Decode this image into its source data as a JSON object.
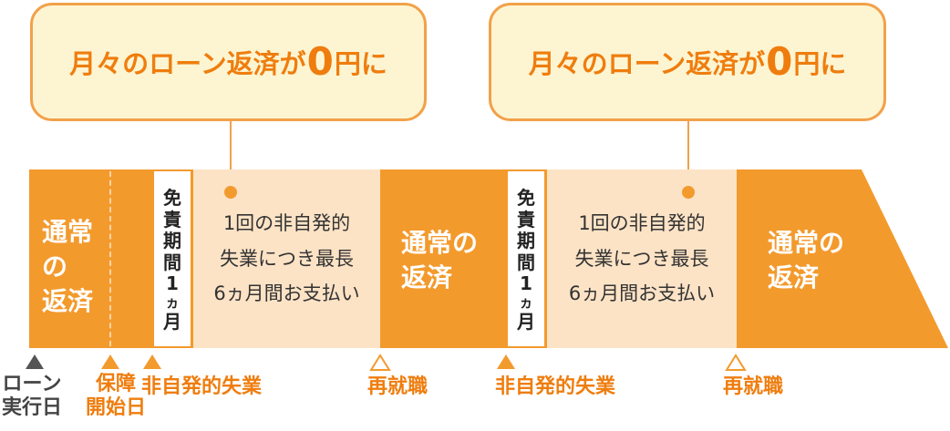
{
  "callouts": [
    {
      "text_before": "月々のローン返済が",
      "number": "0",
      "text_after": "円に"
    },
    {
      "text_before": "月々のローン返済が",
      "number": "0",
      "text_after": "円に"
    }
  ],
  "timeline": {
    "ordinary_1": [
      "通常",
      "の",
      "返済"
    ],
    "ordinary_2": [
      "通常の",
      "返済"
    ],
    "ordinary_3": [
      "通常の",
      "返済"
    ],
    "exemption": [
      "免",
      "責",
      "期",
      "間",
      "1",
      "ヵ",
      "月"
    ],
    "payment": [
      "1回の非自発的",
      "失業につき最長",
      "6ヵ月間お支払い"
    ]
  },
  "markers": {
    "loan_start": [
      "ローン",
      "実行日"
    ],
    "coverage_start": [
      "保障",
      "開始日"
    ],
    "unemployment_1": "非自発的失業",
    "reemployment_1": "再就職",
    "unemployment_2": "非自発的失業",
    "reemployment_2": "再就職"
  },
  "colors": {
    "band_orange": "#f39a2d",
    "peach": "#fde3c6",
    "callout_fill": "#fdf5d2",
    "text_orange": "#ef7d0e"
  }
}
